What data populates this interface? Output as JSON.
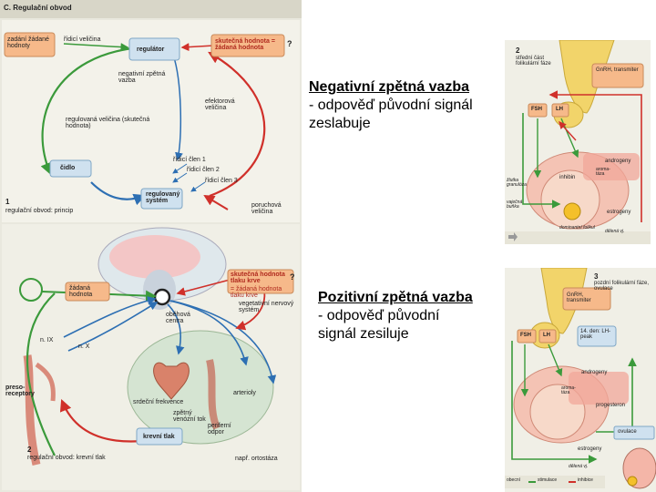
{
  "left_panel": {
    "header": "C. Regulační obvod",
    "section1": {
      "number": "1",
      "caption": "regulační obvod: princip",
      "zadani": "zadání žádané hodnoty",
      "ridici_velicina": "řídicí veličina",
      "regulator": "regulátor",
      "skutecna": "skutečná hodnota = žádaná hodnota",
      "q_mark": "?",
      "negativni": "negativní zpětná vazba",
      "efektorova": "efektorová veličina",
      "regulovana": "regulovaná veličina (skutečná hodnota)",
      "cidlo": "čidlo",
      "clen1": "řídicí člen 1",
      "clen2": "řídicí člen 2",
      "clen3": "řídicí člen 3",
      "system": "regulovaný systém",
      "poruchova": "poruchová veličina"
    },
    "section2": {
      "number": "2",
      "caption": "regulační obvod: krevní tlak",
      "zadana": "žádaná hodnota",
      "skutecna_tlak": "skutečná hodnota tlaku krve",
      "zadana_tlak": "= žádaná hodnota tlaku krve",
      "q_mark": "?",
      "vegetativni": "vegetativní nervový systém",
      "obehova": "oběhová centra",
      "n_ix": "n. IX",
      "n_x": "n. X",
      "preso": "preso-receptory",
      "srdecni": "srdeční frekvence",
      "arterioly": "arterioly",
      "zpetny": "zpětný venózní tok",
      "periferni": "periferní odpor",
      "krevni": "krevní tlak",
      "ortostaza": "např. ortostáza"
    }
  },
  "captions": {
    "negative_title": "Negativní zpětná vazba",
    "negative_line1": "- odpověď původní signál",
    "negative_line2": "zeslabuje",
    "positive_title": "Pozitivní zpětná vazba",
    "positive_line1": "- odpověď původní",
    "positive_line2": "signál zesiluje"
  },
  "top_right": {
    "number": "2",
    "phase": "střední část folikulární fáze",
    "gnrh": "GnRH, transmiter",
    "fsh": "FSH",
    "lh": "LH",
    "androgeny": "androgeny",
    "aromataza": "aroma-táza",
    "inhibin": "inhibin",
    "zluta": "žlutka granulóza",
    "vajecna": "vaječná buňka",
    "estrogeny": "estrogeny",
    "dominantni": "dominantní folikul",
    "delena": "dělená vj."
  },
  "bottom_right": {
    "number": "3",
    "phase": "pozdní folikulární fáze, ovulace",
    "gnrh": "GnRH, transmiter",
    "fsh": "FSH",
    "lh": "LH",
    "peak": "14. den: LH-peak",
    "androgeny": "androgeny",
    "aromataza": "aroma-táza",
    "progesteron": "progesteron",
    "estrogeny": "estrogeny",
    "ovulace": "ovulace",
    "delena": "dělená vj.",
    "legend_1": "obecní",
    "legend_2": "stimulace",
    "legend_3": "inhibice"
  },
  "colors": {
    "panel_bg": "#f0efe6",
    "orange_box": "#f6b98a",
    "blue_box": "#cfe1ef",
    "arrow_blue": "#2d6fb3",
    "arrow_red": "#d0302a",
    "arrow_green": "#3b9a3b"
  }
}
